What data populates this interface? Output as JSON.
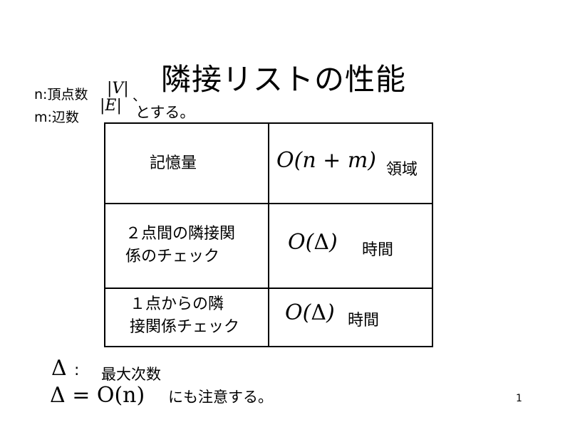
{
  "slide": {
    "title": "隣接リストの性能",
    "definitions": {
      "n_text": "n:頂点数",
      "n_math": "|V|",
      "separator": "、",
      "m_text": "m:辺数",
      "m_math": "|E|",
      "suffix": "とする。"
    },
    "table": {
      "rows": [
        {
          "label_lines": [
            "記憶量"
          ],
          "complexity_pre": "O(",
          "complexity_var": "n + m",
          "complexity_post": ")",
          "unit": "領域"
        },
        {
          "label_lines": [
            "２点間の隣接関",
            "係のチェック"
          ],
          "complexity_pre": "O(",
          "complexity_var": "Δ",
          "complexity_post": ")",
          "unit": "時間"
        },
        {
          "label_lines": [
            "１点からの隣",
            "接関係チェック"
          ],
          "complexity_pre": "O(",
          "complexity_var": "Δ",
          "complexity_post": ")",
          "unit": "時間"
        }
      ]
    },
    "footer": {
      "delta_symbol": "Δ",
      "delta_colon": ":",
      "delta_definition": "最大次数",
      "delta_equation": "Δ = O(n)",
      "note": "にも注意する。"
    },
    "page_number": "1"
  }
}
